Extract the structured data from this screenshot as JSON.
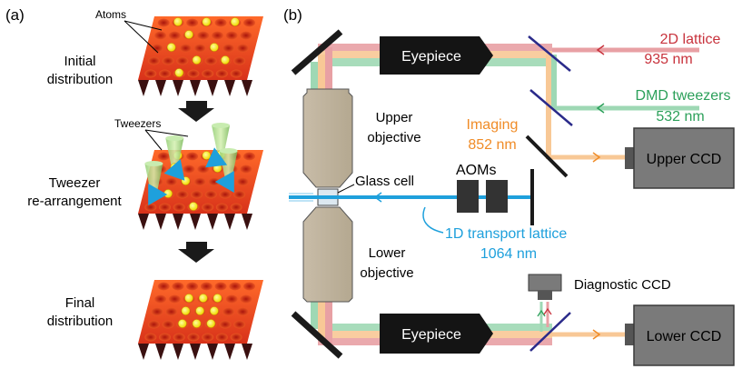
{
  "panel_a": {
    "label": "(a)",
    "atoms_label": "Atoms",
    "initial_line1": "Initial",
    "initial_line2": "distribution",
    "tweezers_label": "Tweezers",
    "rearr_line1": "Tweezer",
    "rearr_line2": "re-arrangement",
    "final_line1": "Final",
    "final_line2": "distribution"
  },
  "panel_b": {
    "label": "(b)",
    "eyepiece_top": "Eyepiece",
    "eyepiece_bottom": "Eyepiece",
    "lattice2d_line1": "2D lattice",
    "lattice2d_line2": "935 nm",
    "dmd_line1": "DMD tweezers",
    "dmd_line2": "532 nm",
    "imaging_line1": "Imaging",
    "imaging_line2": "852 nm",
    "upper_ccd": "Upper CCD",
    "lower_ccd": "Lower CCD",
    "diagnostic_ccd": "Diagnostic CCD",
    "upper_obj_line1": "Upper",
    "upper_obj_line2": "objective",
    "lower_obj_line1": "Lower",
    "lower_obj_line2": "objective",
    "glass_cell": "Glass cell",
    "aoms": "AOMs",
    "transport_line1": "1D transport lattice",
    "transport_line2": "1064 nm"
  },
  "colors": {
    "lattice2d": "#c8323c",
    "dmd": "#2ca05a",
    "imaging": "#f08c28",
    "transport": "#1ea0dc",
    "atom": "#ffee00",
    "lattice_surface": "#e8401c"
  }
}
